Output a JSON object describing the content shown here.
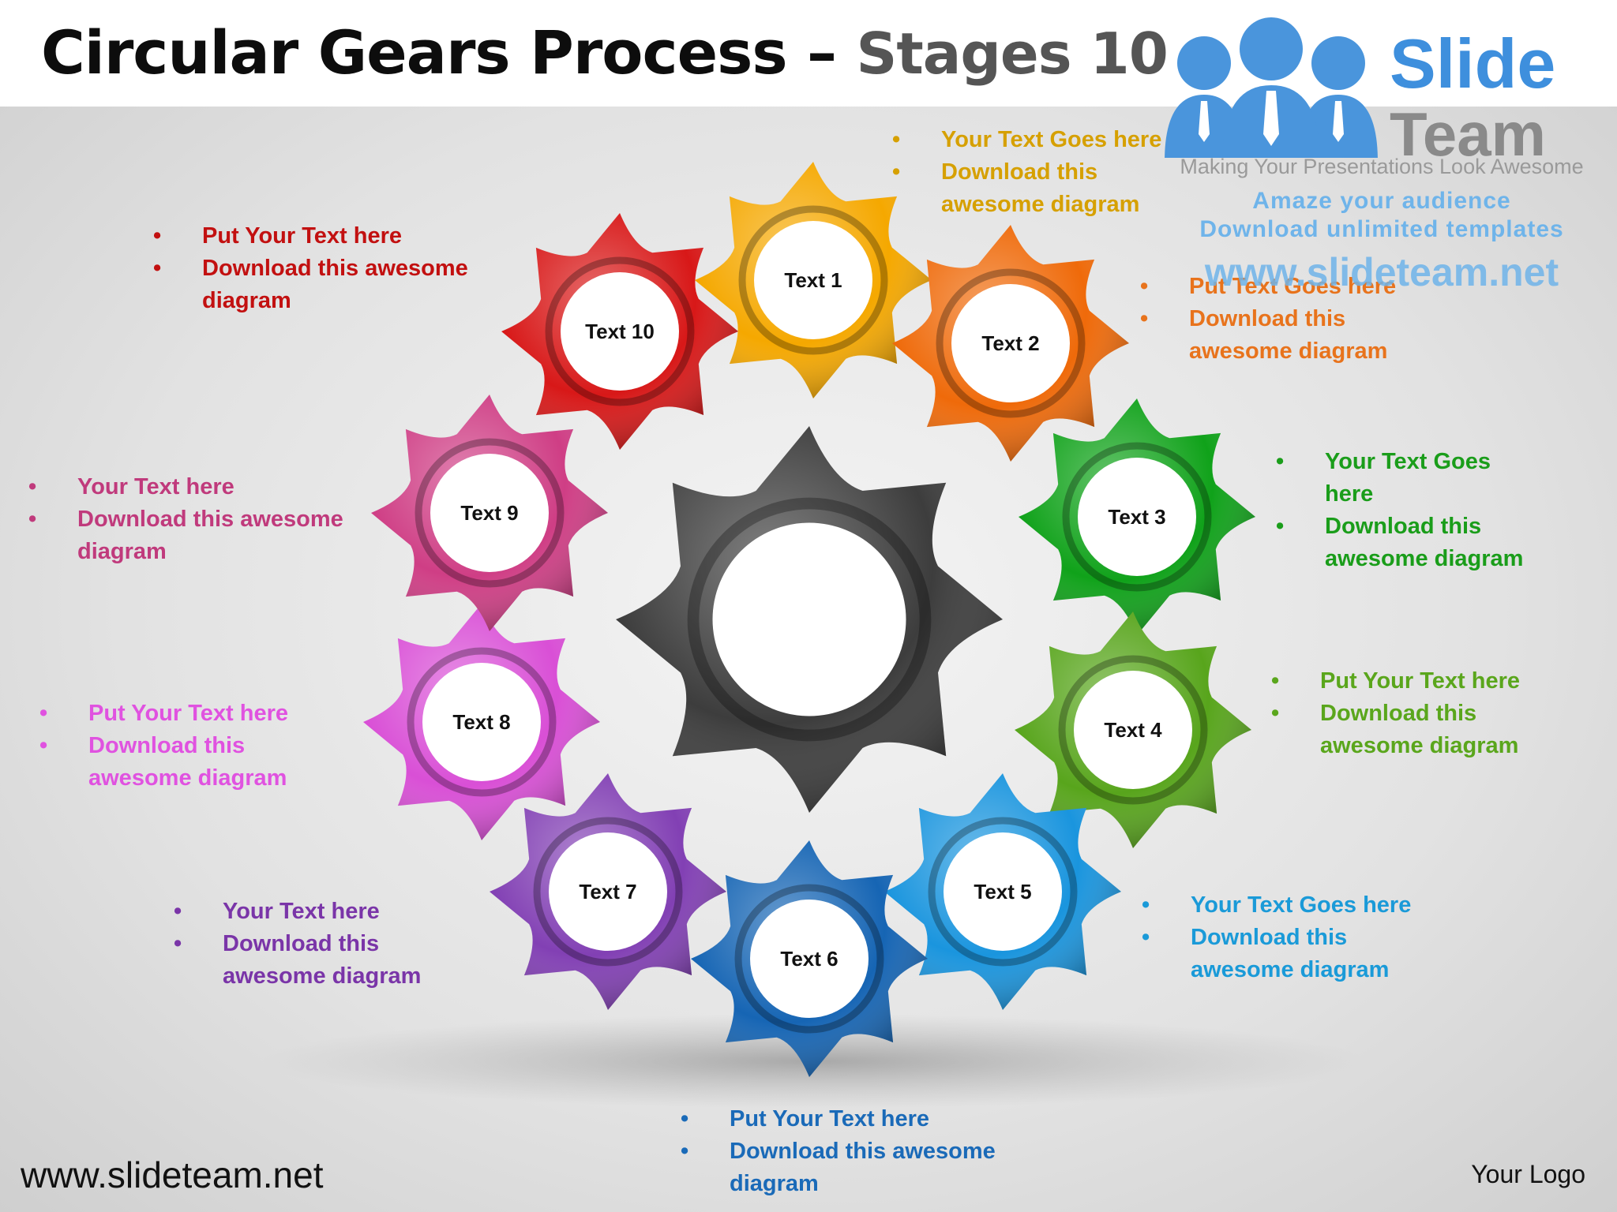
{
  "title": {
    "main": "Circular Gears Process –",
    "sub": "Stages 10"
  },
  "brand": {
    "name_line1": "Slide",
    "name_line2": "Team",
    "tagline": "Making Your Presentations Look Awesome",
    "line1": "Amaze your audience",
    "line2": "Download unlimited templates",
    "url": "www.slideteam.net",
    "people_icon": "people-group-icon"
  },
  "footer": {
    "url": "www.slideteam.net",
    "logo": "Your Logo"
  },
  "center_gear": {
    "color": "#3d3d3d"
  },
  "gears": [
    {
      "label": "Text 1",
      "color": "#f5a800"
    },
    {
      "label": "Text 2",
      "color": "#ef6a0a"
    },
    {
      "label": "Text 3",
      "color": "#10a21a"
    },
    {
      "label": "Text 4",
      "color": "#58a51c"
    },
    {
      "label": "Text 5",
      "color": "#1a95de"
    },
    {
      "label": "Text 6",
      "color": "#1665b4"
    },
    {
      "label": "Text 7",
      "color": "#8240b4"
    },
    {
      "label": "Text 8",
      "color": "#d94fd6"
    },
    {
      "label": "Text 9",
      "color": "#cf3e85"
    },
    {
      "label": "Text 10",
      "color": "#d81818"
    }
  ],
  "notes": [
    {
      "id": "1",
      "color": "#d6a000",
      "lines": [
        "Your Text Goes here",
        "Download this awesome diagram"
      ]
    },
    {
      "id": "2",
      "color": "#e8731c",
      "lines": [
        "Put Text Goes here",
        "Download this awesome diagram"
      ]
    },
    {
      "id": "3",
      "color": "#1a9d1a",
      "lines": [
        "Your Text Goes here",
        "Download this awesome diagram"
      ]
    },
    {
      "id": "4",
      "color": "#5aa61c",
      "lines": [
        "Put Your Text  here",
        "Download this awesome diagram"
      ]
    },
    {
      "id": "5",
      "color": "#1a9ad8",
      "lines": [
        "Your Text Goes here",
        "Download this awesome diagram"
      ]
    },
    {
      "id": "6",
      "color": "#1a6ab8",
      "lines": [
        "Put Your Text  here",
        "Download this awesome diagram"
      ]
    },
    {
      "id": "7",
      "color": "#7a35a8",
      "lines": [
        "Your Text  here",
        "Download this awesome diagram"
      ]
    },
    {
      "id": "8",
      "color": "#e052e0",
      "lines": [
        "Put Your Text  here",
        "Download this awesome diagram"
      ]
    },
    {
      "id": "9",
      "color": "#c03a7c",
      "lines": [
        "Your Text  here",
        "Download this awesome diagram"
      ]
    },
    {
      "id": "10",
      "color": "#c21010",
      "lines": [
        "Put Your Text  here",
        "Download this awesome diagram"
      ]
    }
  ]
}
